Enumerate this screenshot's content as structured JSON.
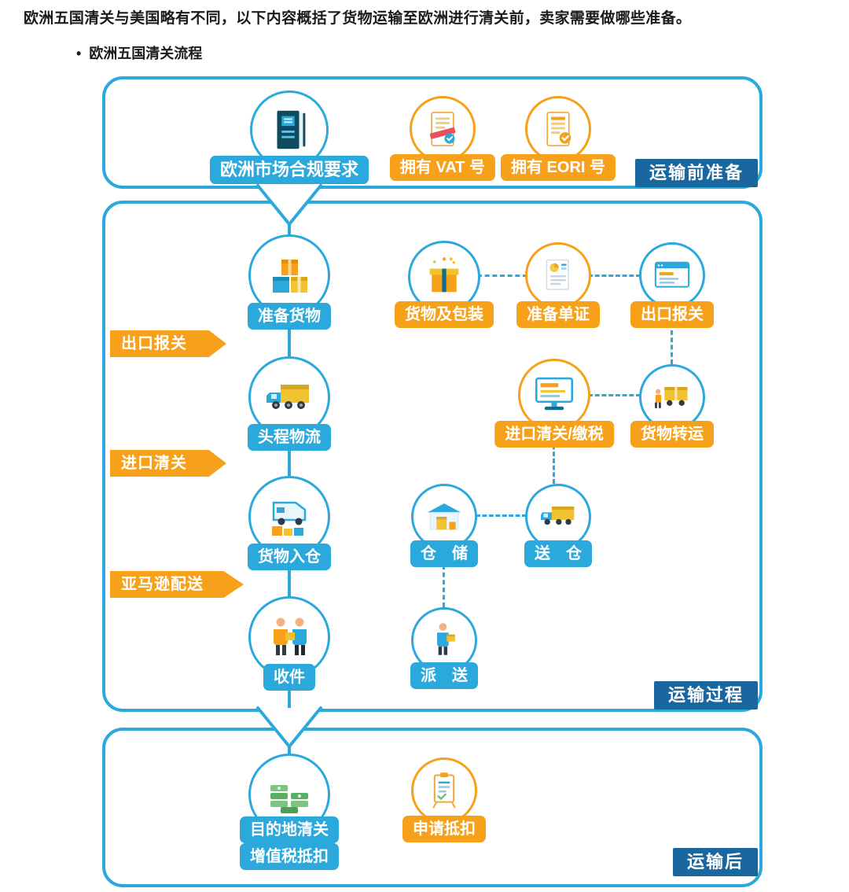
{
  "colors": {
    "primary_blue": "#2BA9DC",
    "dark_blue": "#1A67A0",
    "accent_orange": "#F7A11A"
  },
  "intro": {
    "heading": "欧洲五国清关与美国略有不同，以下内容概括了货物运输至欧洲进行清关前，卖家需要做哪些准备。",
    "bullet_glyph": "•",
    "bullet_item": "欧洲五国清关流程"
  },
  "stage_pre": {
    "tag": "运输前准备",
    "compliance_label": "欧洲市场合规要求",
    "vat_label": "拥有 VAT 号",
    "eori_label": "拥有 EORI 号"
  },
  "stage_transit": {
    "tag": "运输过程",
    "main": {
      "prepare_goods": "准备货物",
      "first_leg": "头程物流",
      "inbound": "货物入仓",
      "receive": "收件"
    },
    "arrows": {
      "export": "出口报关",
      "import": "进口清关",
      "amazon": "亚马逊配送"
    },
    "sub": {
      "packaging": "货物及包装",
      "documents": "准备单证",
      "export_declare": "出口报关",
      "import_clear": "进口清关/缴税",
      "transfer": "货物转运",
      "storage": "仓　储",
      "to_warehouse": "送　仓",
      "delivery": "派　送"
    }
  },
  "stage_post": {
    "tag": "运输后",
    "destination_line1": "目的地清关",
    "destination_line2": "增值税抵扣",
    "claim": "申请抵扣"
  }
}
